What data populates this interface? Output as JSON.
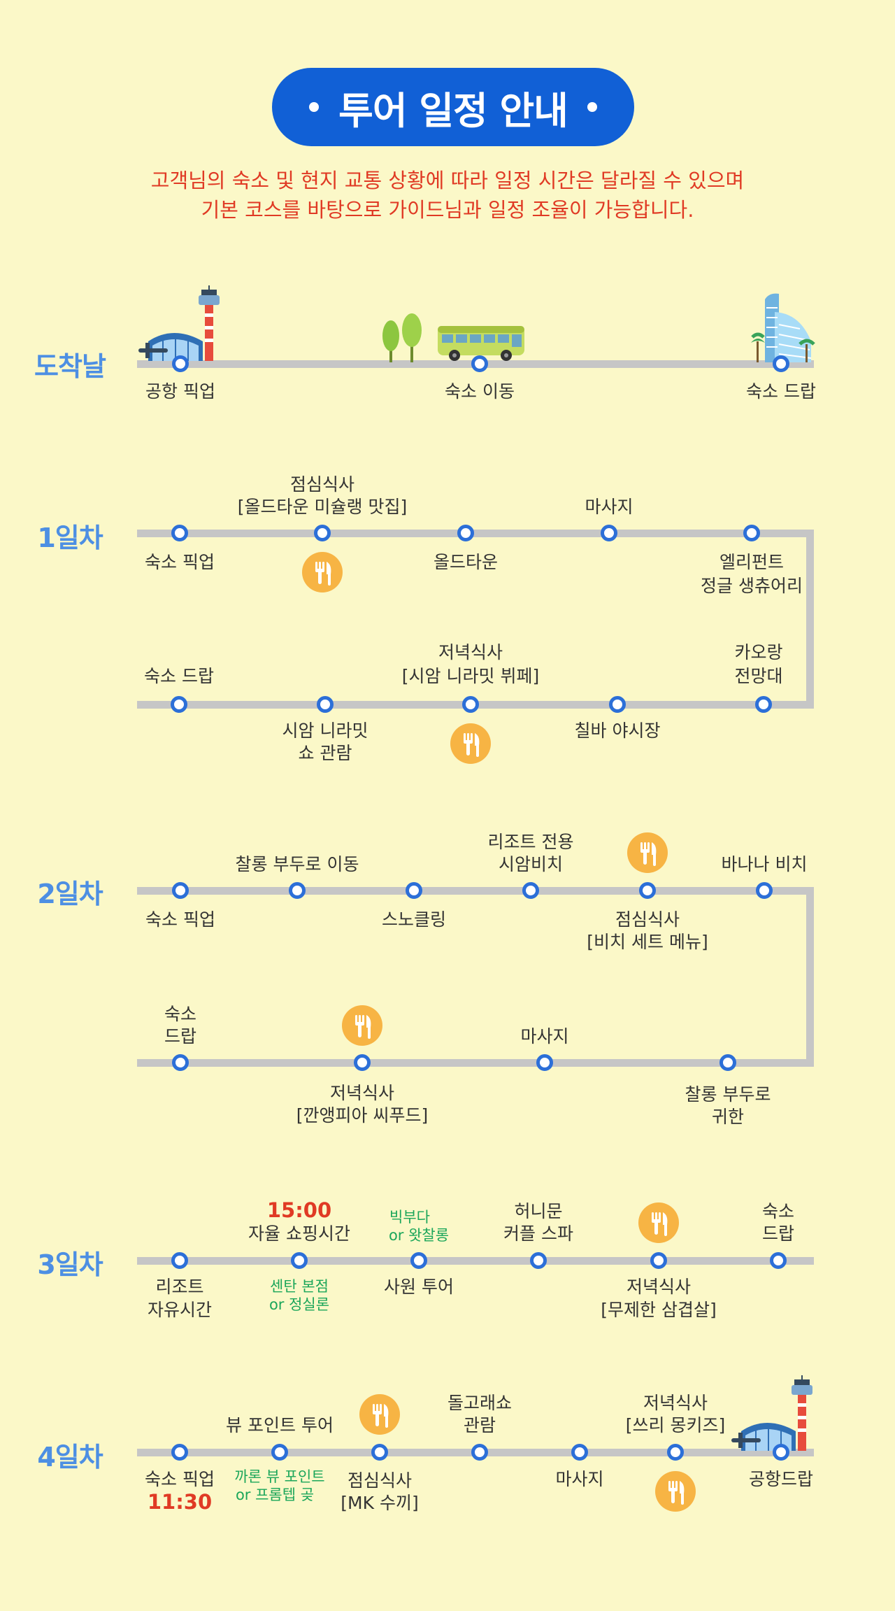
{
  "header": {
    "title": "투어 일정 안내"
  },
  "notice": {
    "line1": "고객님의 숙소 및 현지 교통 상황에 따라 일정 시간은 달라질 수 있으며",
    "line2": "기본 코스를 바탕으로 가이드님과 일정 조율이 가능합니다."
  },
  "arrival": {
    "day": "도착날",
    "stops": [
      "공항 픽업",
      "숙소 이동",
      "숙소 드랍"
    ]
  },
  "day1": {
    "day": "1일차",
    "row1": {
      "lunch_title": "점심식사",
      "lunch_place": "[올드타운 미슐랭 맛집]",
      "massage": "마사지",
      "pickup": "숙소 픽업",
      "oldtown": "올드타운",
      "elephant_1": "엘리펀트",
      "elephant_2": "정글 생츄어리"
    },
    "row2": {
      "drop": "숙소 드랍",
      "dinner_title": "저녁식사",
      "dinner_place": "[시암 니라밋 뷔페]",
      "karon_1": "카오랑",
      "karon_2": "전망대",
      "show_1": "시암 니라밋",
      "show_2": "쇼 관람",
      "market": "칠바 야시장"
    }
  },
  "day2": {
    "day": "2일차",
    "row1": {
      "move": "찰롱 부두로 이동",
      "beach_1": "리조트 전용",
      "beach_2": "시암비치",
      "banana": "바나나 비치",
      "pickup": "숙소 픽업",
      "snorkel": "스노클링",
      "lunch_title": "점심식사",
      "lunch_place": "[비치 세트 메뉴]"
    },
    "row2": {
      "drop_1": "숙소",
      "drop_2": "드랍",
      "massage": "마사지",
      "dinner_title": "저녁식사",
      "dinner_place": "[깐앵피아 씨푸드]",
      "return_1": "찰롱 부두로",
      "return_2": "귀한"
    }
  },
  "day3": {
    "day": "3일차",
    "time": "15:00",
    "shopping": "자율 쇼핑시간",
    "bigc_1": "빅부다",
    "bigc_2": "or 왓찰롱",
    "honey_1": "허니문",
    "honey_2": "커플 스파",
    "drop_1": "숙소",
    "drop_2": "드랍",
    "resort_1": "리조트",
    "resort_2": "자유시간",
    "central_1": "센탄 본점",
    "central_2": "or 정실론",
    "temple": "사원 투어",
    "dinner_title": "저녁식사",
    "dinner_place": "[무제한 삼겹살]"
  },
  "day4": {
    "day": "4일차",
    "viewpoint": "뷰 포인트 투어",
    "dolphin_1": "돌고래쇼",
    "dolphin_2": "관람",
    "dinner_title": "저녁식사",
    "dinner_place": "[쓰리 몽키즈]",
    "pickup": "숙소 픽업",
    "pickup_time": "11:30",
    "karon_1": "까론 뷰 포인트",
    "karon_2": "or 프롬텝 곶",
    "lunch_title": "점심식사",
    "lunch_place": "[MK 수끼]",
    "massage": "마사지",
    "airport": "공항드랍"
  },
  "icons": [
    "airport-icon",
    "trees-icon",
    "bus-icon",
    "hotel-icon",
    "meal-icon"
  ],
  "colors": {
    "background": "#fbf8c8",
    "accent": "#1160d6",
    "notice": "#e03a24",
    "day": "#4d8fe3",
    "stop": "#2c6fd8",
    "meal": "#f7b444"
  }
}
